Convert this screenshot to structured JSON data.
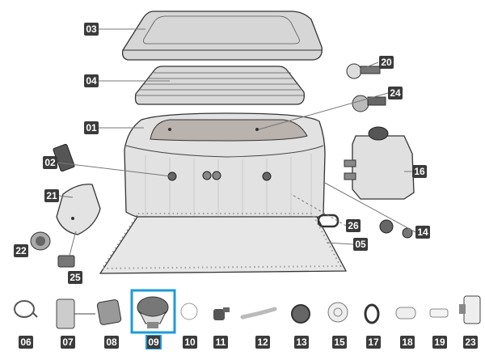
{
  "diagram_title": "",
  "highlight_color": "#1e9bd7",
  "label_color": "#3b3b3b",
  "selected_part": "09",
  "callouts": {
    "p01": "01",
    "p02": "02",
    "p03": "03",
    "p04": "04",
    "p05": "05",
    "p14": "14",
    "p16": "16",
    "p20": "20",
    "p21": "21",
    "p22": "22",
    "p24": "24",
    "p25": "25",
    "p26": "26"
  },
  "parts_row": [
    "06",
    "07",
    "08",
    "09",
    "10",
    "11",
    "12",
    "13",
    "15",
    "17",
    "18",
    "19",
    "23"
  ]
}
